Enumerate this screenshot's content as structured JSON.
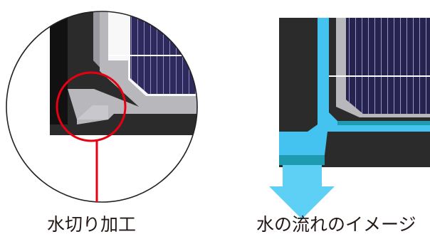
{
  "labels": {
    "left_caption": "水切り加工",
    "right_caption": "水の流れのイメージ"
  },
  "colors": {
    "frame_dark": "#2b2b2b",
    "frame_black": "#111111",
    "frame_silver": "#b8b8bc",
    "panel_cell": "#2e2a5c",
    "highlight_red": "#e60012",
    "water_blue": "#44c3f0",
    "water_arrow": "#5fd0f5",
    "water_edge": "#1e9bb0"
  },
  "icons": [
    "circle-magnifier",
    "down-arrow-icon"
  ]
}
